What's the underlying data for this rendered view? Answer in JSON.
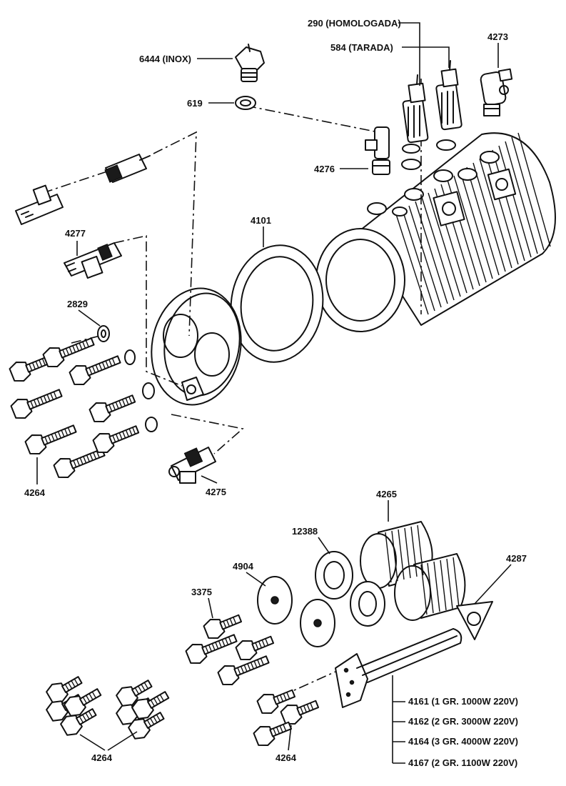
{
  "diagram": {
    "labels": {
      "p290": "290 (HOMOLOGADA)",
      "p584": "584 (TARADA)",
      "p6444": "6444 (INOX)",
      "p4273": "4273",
      "p619": "619",
      "p4276": "4276",
      "p4277": "4277",
      "p4101": "4101",
      "p2829": "2829",
      "p4264a": "4264",
      "p4275": "4275",
      "p4265": "4265",
      "p12388": "12388",
      "p4904": "4904",
      "p4287": "4287",
      "p3375": "3375",
      "p4264b": "4264",
      "p4264c": "4264",
      "p4161": "4161 (1 GR. 1000W 220V)",
      "p4162": "4162 (2 GR. 3000W 220V)",
      "p4164": "4164 (3 GR. 4000W 220V)",
      "p4167": "4167 (2 GR. 1100W 220V)"
    }
  }
}
